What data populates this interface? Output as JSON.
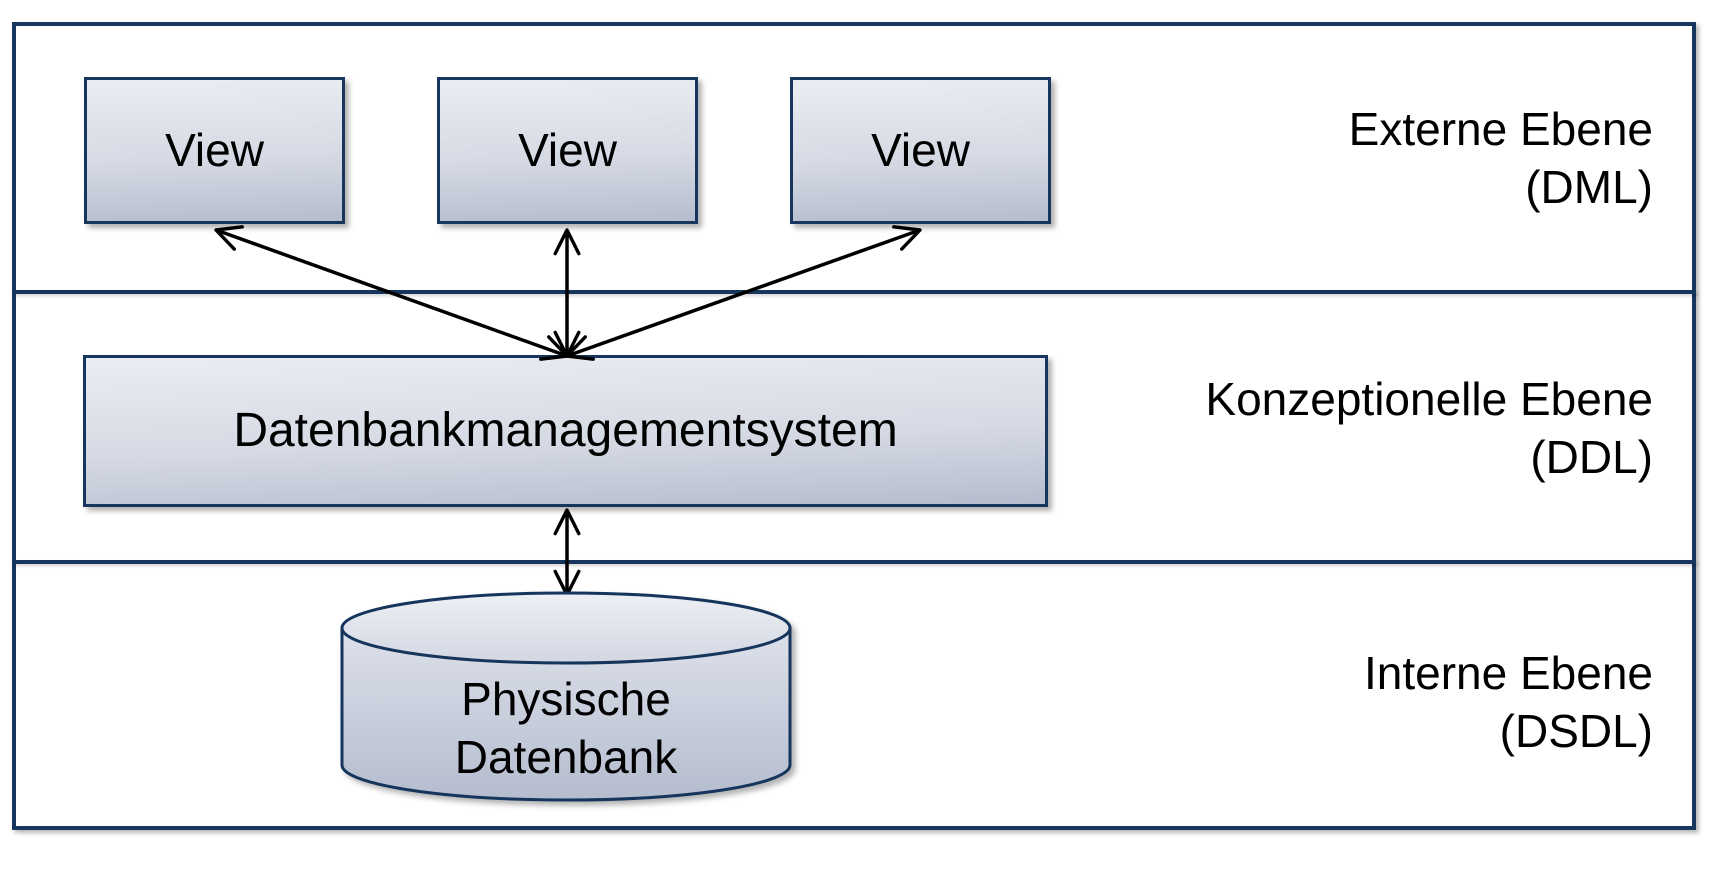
{
  "diagram": {
    "title_implied": "",
    "views": [
      {
        "label": "View"
      },
      {
        "label": "View"
      },
      {
        "label": "View"
      }
    ],
    "dbms": {
      "label": "Datenbankmanagementsystem"
    },
    "database": {
      "line1": "Physische",
      "line2": "Datenbank"
    },
    "bands": [
      {
        "label": "Externe Ebene",
        "sublabel": "(DML)"
      },
      {
        "label": "Konzeptionelle Ebene",
        "sublabel": "(DDL)"
      },
      {
        "label": "Interne Ebene",
        "sublabel": "(DSDL)"
      }
    ],
    "connectors": [
      {
        "from": "dbms",
        "to": "view-1",
        "bidirectional": true
      },
      {
        "from": "dbms",
        "to": "view-2",
        "bidirectional": true
      },
      {
        "from": "dbms",
        "to": "view-3",
        "bidirectional": true
      },
      {
        "from": "dbms",
        "to": "physische-datenbank",
        "bidirectional": true
      }
    ],
    "colors": {
      "border": "#17365D",
      "fill_light": "#EBEDF3",
      "fill_dark": "#B5BDCE",
      "arrow": "#000000",
      "text": "#000000",
      "background": "#FFFFFF"
    }
  }
}
